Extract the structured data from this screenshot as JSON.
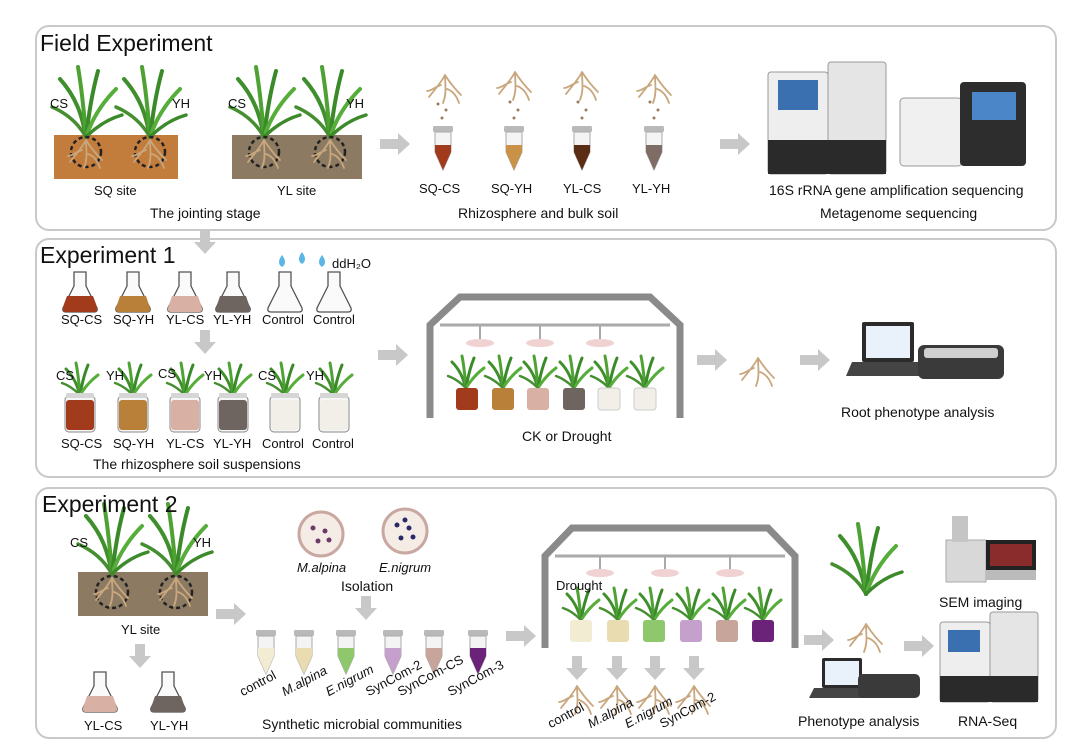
{
  "field": {
    "title": "Field Experiment",
    "cs": "CS",
    "yh": "YH",
    "sq_site": "SQ site",
    "yl_site": "YL site",
    "stage": "The jointing stage",
    "tubes": [
      "SQ-CS",
      "SQ-YH",
      "YL-CS",
      "YL-YH"
    ],
    "soil": "Rhizosphere and bulk soil",
    "seq1": "16S rRNA gene amplification sequencing",
    "seq2": "Metagenome sequencing"
  },
  "exp1": {
    "title": "Experiment 1",
    "ddh2o": "ddH₂O",
    "flasks": [
      "SQ-CS",
      "SQ-YH",
      "YL-CS",
      "YL-YH",
      "Control",
      "Control"
    ],
    "plant_labels": [
      "CS",
      "YH",
      "CS",
      "YH",
      "CS",
      "YH"
    ],
    "jars": [
      "SQ-CS",
      "SQ-YH",
      "YL-CS",
      "YL-YH",
      "Control",
      "Control"
    ],
    "suspensions": "The rhizosphere soil suspensions",
    "condition": "CK or Drought",
    "root_analysis": "Root phenotype analysis"
  },
  "exp2": {
    "title": "Experiment 2",
    "cs": "CS",
    "yh": "YH",
    "site": "YL site",
    "flasks": [
      "YL-CS",
      "YL-YH"
    ],
    "dish1": "M.alpina",
    "dish2": "E.nigrum",
    "isolation": "Isolation",
    "tubes": [
      "control",
      "M.alpina",
      "E.nigrum",
      "SynCom-2",
      "SynCom-CS",
      "SynCom-3"
    ],
    "synthetic": "Synthetic microbial communities",
    "drought": "Drought",
    "root_labels": [
      "control",
      "M.alpina",
      "E.nigrum",
      "SynCom-2"
    ],
    "phenotype": "Phenotype analysis",
    "sem": "SEM imaging",
    "rnaseq": "RNA-Seq"
  },
  "colors": {
    "sq_cs": "#a23a1c",
    "sq_yh": "#b9803a",
    "yl_cs": "#d8b0a4",
    "yl_yh": "#6f6560",
    "control": "#f2efe8",
    "soil_sq": "#c2793b",
    "soil_yl": "#8c7a62",
    "arrow": "#c8c8c8",
    "panel_border": "#c9c9c9"
  }
}
